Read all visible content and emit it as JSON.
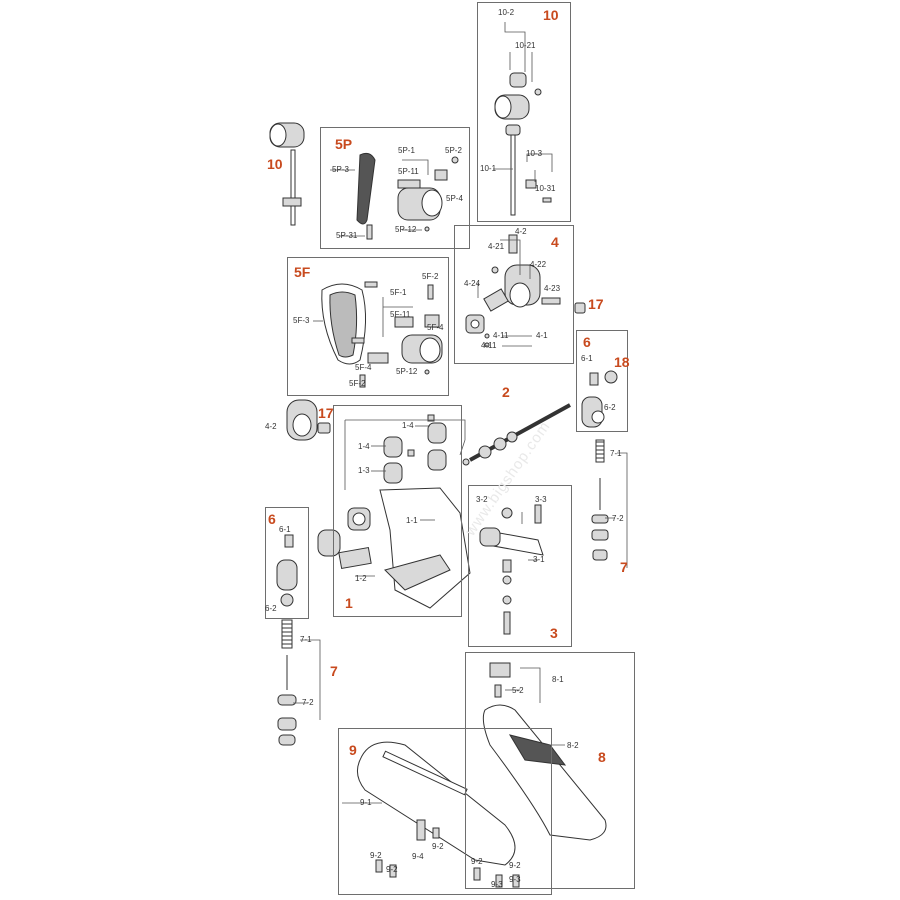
{
  "watermark": "www.bigshop.com",
  "sections": {
    "s10_top": "10",
    "s10_left": "10",
    "s5p": "5P",
    "s4": "4",
    "s5f": "5F",
    "s17_a": "17",
    "s6_right": "6",
    "s18": "18",
    "s2": "2",
    "s17_b": "17",
    "s6_left": "6",
    "s7_right": "7",
    "s1": "1",
    "s3": "3",
    "s7_left": "7",
    "s8": "8",
    "s9": "9"
  },
  "labels": {
    "l10_2": "10-2",
    "l10_21": "10-21",
    "l10_1": "10-1",
    "l10_3": "10-3",
    "l10_31": "10-31",
    "l5p_1": "5P-1",
    "l5p_2": "5P-2",
    "l5p_3": "5P-3",
    "l5p_11": "5P-11",
    "l5p_4": "5P-4",
    "l5p_31": "5P-31",
    "l5p_12": "5P-12",
    "l4_2": "4-2",
    "l4_21": "4-21",
    "l4_22": "4-22",
    "l4_24": "4-24",
    "l4_23": "4-23",
    "l4_11a": "4-11",
    "l4_11b": "4-11",
    "l4_1": "4-1",
    "l5f_2": "5F-2",
    "l5f_1": "5F-1",
    "l5f_3": "5F-3",
    "l5f_11": "5F-11",
    "l5f_4a": "5F-4",
    "l5f_4b": "5F-4",
    "l5f_2b": "5F-2",
    "l5f_12": "5P-12",
    "l6_1r": "6-1",
    "l6_2r": "6-2",
    "l4_2b": "4-2",
    "l1_4a": "1-4",
    "l1_4b": "1-4",
    "l1_3": "1-3",
    "l1_1": "1-1",
    "l1_2": "1-2",
    "l7_1r": "7-1",
    "l7_2r": "7-2",
    "l6_1l": "6-1",
    "l6_2l": "6-2",
    "l3_2": "3-2",
    "l3_3": "3-3",
    "l3_1": "3-1",
    "l7_1l": "7-1",
    "l7_2l": "7-2",
    "l8_1": "8-1",
    "l5_2": "5-2",
    "l8_2": "8-2",
    "l9_1": "9-1",
    "l9_2a": "9-2",
    "l9_2b": "9-2",
    "l9_4": "9-4",
    "l9_2c": "9-2",
    "l9_2d": "9-2",
    "l9_2e": "9-2",
    "l9_3a": "9-3",
    "l9_3b": "9-3"
  },
  "colors": {
    "section_number": "#c84a1e",
    "box_border": "#6e6e6e",
    "part_outline": "#333333",
    "part_fill": "#d9d9d9"
  }
}
